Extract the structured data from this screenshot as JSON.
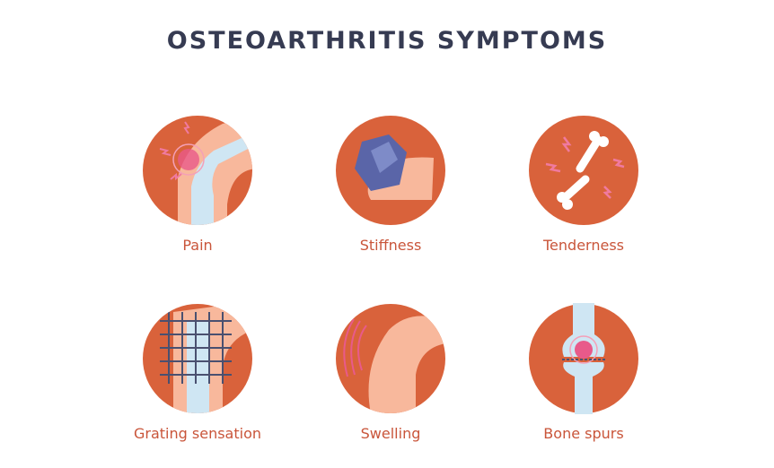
{
  "title": "OSTEOARTHRITIS SYMPTOMS",
  "colors": {
    "circle": "#d9623b",
    "label": "#c9553a",
    "title": "#363b52",
    "skin": "#f8b89c",
    "bone": "#cfe6f3",
    "pain": "#e85a8a"
  },
  "symptoms": [
    {
      "label": "Pain",
      "icon": "knee-pain-icon"
    },
    {
      "label": "Stiffness",
      "icon": "stiff-ankle-icon"
    },
    {
      "label": "Tenderness",
      "icon": "broken-bone-icon"
    },
    {
      "label": "Grating sensation",
      "icon": "knee-grid-icon"
    },
    {
      "label": "Swelling",
      "icon": "swollen-knee-icon"
    },
    {
      "label": "Bone spurs",
      "icon": "bone-spur-icon"
    }
  ]
}
